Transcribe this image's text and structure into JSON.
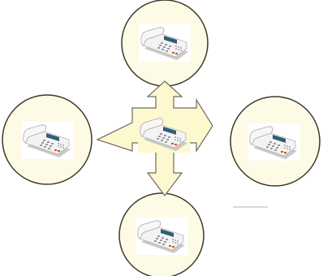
{
  "diagram": {
    "nodes": [
      {
        "id": "center",
        "role": "hub",
        "icon": "desk-phone-icon"
      },
      {
        "id": "top",
        "role": "spoke",
        "icon": "desk-phone-icon"
      },
      {
        "id": "left",
        "role": "spoke",
        "icon": "desk-phone-icon"
      },
      {
        "id": "right",
        "role": "spoke",
        "icon": "desk-phone-icon"
      },
      {
        "id": "bottom",
        "role": "spoke",
        "icon": "desk-phone-icon"
      }
    ],
    "edges": [
      {
        "from": "center",
        "to": "top",
        "style": "block-arrow"
      },
      {
        "from": "center",
        "to": "left",
        "style": "block-arrow"
      },
      {
        "from": "center",
        "to": "right",
        "style": "block-arrow"
      },
      {
        "from": "center",
        "to": "bottom",
        "style": "block-arrow"
      }
    ]
  },
  "colors": {
    "circle_fill": "#fdfbe6",
    "circle_stroke": "#3a3a2a",
    "arrow_fill": "#fef8cf",
    "arrow_stroke": "#6b6b60",
    "hub_fill": "#fef8cf",
    "phone_body": "#eeeeee",
    "phone_shadow": "#bdbdbd",
    "phone_screen": "#2d5e75",
    "phone_accent": "#e44a2a"
  }
}
